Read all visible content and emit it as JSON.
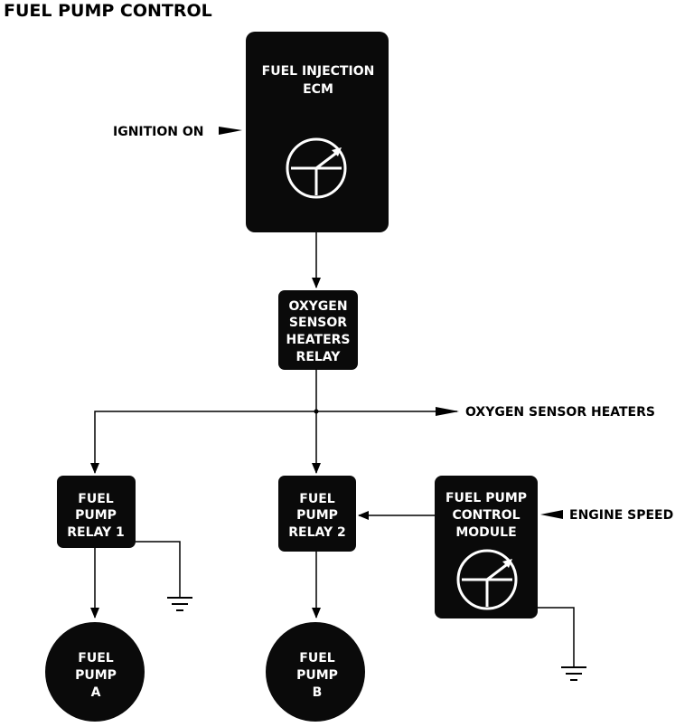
{
  "title": "FUEL PUMP CONTROL",
  "ecm": {
    "line1": "FUEL INJECTION",
    "line2": "ECM"
  },
  "ignition_label": "IGNITION ON",
  "o2_relay": {
    "lines": [
      "OXYGEN",
      "SENSOR",
      "HEATERS",
      "RELAY"
    ]
  },
  "o2_heaters_label": "OXYGEN SENSOR HEATERS",
  "relay1": {
    "lines": [
      "FUEL",
      "PUMP",
      "RELAY 1"
    ]
  },
  "relay2": {
    "lines": [
      "FUEL",
      "PUMP",
      "RELAY 2"
    ]
  },
  "fpcm": {
    "lines": [
      "FUEL PUMP",
      "CONTROL",
      "MODULE"
    ]
  },
  "engine_speed_label": "ENGINE SPEED",
  "pump_a": {
    "lines": [
      "FUEL",
      "PUMP",
      "A"
    ]
  },
  "pump_b": {
    "lines": [
      "FUEL",
      "PUMP",
      "B"
    ]
  },
  "colors": {
    "block": "#0a0a0a",
    "block_text": "#ffffff",
    "line": "#000000",
    "background": "#ffffff"
  }
}
